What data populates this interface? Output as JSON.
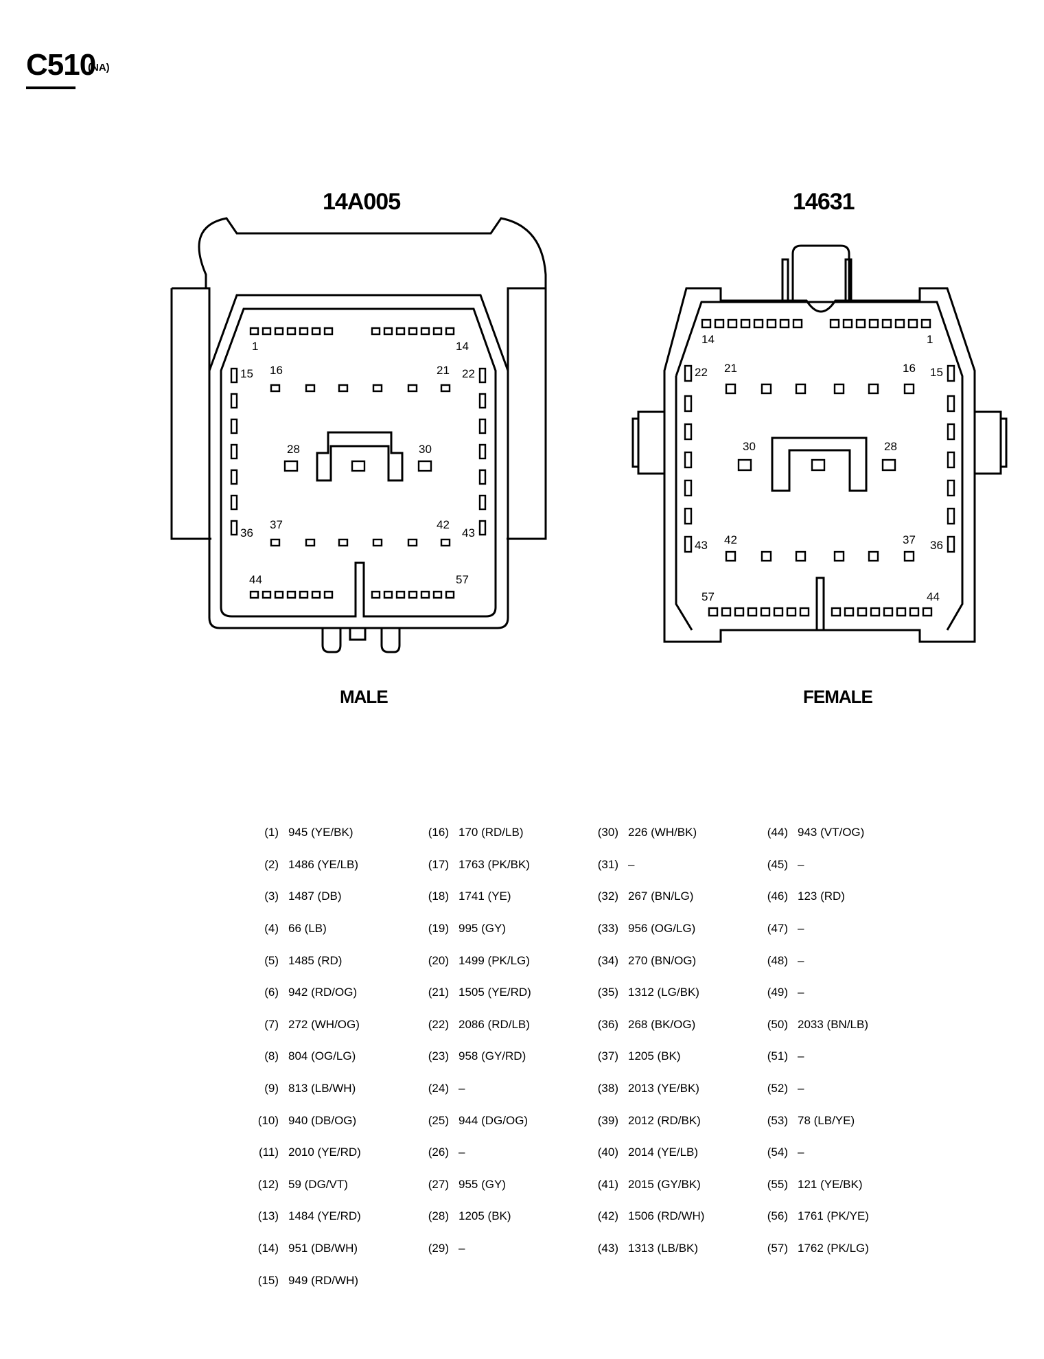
{
  "header": {
    "title": "C510",
    "subtitle": "(NA)"
  },
  "connectors": {
    "male": {
      "part": "14A005",
      "label": "MALE",
      "pins": {
        "p1": "1",
        "p14": "14",
        "p15": "15",
        "p16": "16",
        "p21": "21",
        "p22": "22",
        "p28": "28",
        "p30": "30",
        "p36": "36",
        "p37": "37",
        "p42": "42",
        "p43": "43",
        "p44": "44",
        "p57": "57"
      }
    },
    "female": {
      "part": "14631",
      "label": "FEMALE",
      "pins": {
        "p14": "14",
        "p1": "1",
        "p22": "22",
        "p21": "21",
        "p16": "16",
        "p15": "15",
        "p30": "30",
        "p28": "28",
        "p43": "43",
        "p42": "42",
        "p37": "37",
        "p36": "36",
        "p57": "57",
        "p44": "44"
      }
    }
  },
  "pinout": {
    "columns": [
      [
        {
          "n": "(1)",
          "v": "945 (YE/BK)"
        },
        {
          "n": "(2)",
          "v": "1486 (YE/LB)"
        },
        {
          "n": "(3)",
          "v": "1487 (DB)"
        },
        {
          "n": "(4)",
          "v": "66 (LB)"
        },
        {
          "n": "(5)",
          "v": "1485 (RD)"
        },
        {
          "n": "(6)",
          "v": "942 (RD/OG)"
        },
        {
          "n": "(7)",
          "v": "272 (WH/OG)"
        },
        {
          "n": "(8)",
          "v": "804 (OG/LG)"
        },
        {
          "n": "(9)",
          "v": "813 (LB/WH)"
        },
        {
          "n": "(10)",
          "v": "940 (DB/OG)"
        },
        {
          "n": "(11)",
          "v": "2010 (YE/RD)"
        },
        {
          "n": "(12)",
          "v": "59 (DG/VT)"
        },
        {
          "n": "(13)",
          "v": "1484 (YE/RD)"
        },
        {
          "n": "(14)",
          "v": "951 (DB/WH)"
        },
        {
          "n": "(15)",
          "v": "949 (RD/WH)"
        }
      ],
      [
        {
          "n": "(16)",
          "v": "170 (RD/LB)"
        },
        {
          "n": "(17)",
          "v": "1763 (PK/BK)"
        },
        {
          "n": "(18)",
          "v": "1741 (YE)"
        },
        {
          "n": "(19)",
          "v": "995 (GY)"
        },
        {
          "n": "(20)",
          "v": "1499 (PK/LG)"
        },
        {
          "n": "(21)",
          "v": "1505 (YE/RD)"
        },
        {
          "n": "(22)",
          "v": "2086 (RD/LB)"
        },
        {
          "n": "(23)",
          "v": "958 (GY/RD)"
        },
        {
          "n": "(24)",
          "v": "–"
        },
        {
          "n": "(25)",
          "v": "944 (DG/OG)"
        },
        {
          "n": "(26)",
          "v": "–"
        },
        {
          "n": "(27)",
          "v": "955 (GY)"
        },
        {
          "n": "(28)",
          "v": "1205 (BK)"
        },
        {
          "n": "(29)",
          "v": "–"
        }
      ],
      [
        {
          "n": "(30)",
          "v": "226 (WH/BK)"
        },
        {
          "n": "(31)",
          "v": "–"
        },
        {
          "n": "(32)",
          "v": "267 (BN/LG)"
        },
        {
          "n": "(33)",
          "v": "956 (OG/LG)"
        },
        {
          "n": "(34)",
          "v": "270 (BN/OG)"
        },
        {
          "n": "(35)",
          "v": "1312 (LG/BK)"
        },
        {
          "n": "(36)",
          "v": "268 (BK/OG)"
        },
        {
          "n": "(37)",
          "v": "1205 (BK)"
        },
        {
          "n": "(38)",
          "v": "2013 (YE/BK)"
        },
        {
          "n": "(39)",
          "v": "2012 (RD/BK)"
        },
        {
          "n": "(40)",
          "v": "2014 (YE/LB)"
        },
        {
          "n": "(41)",
          "v": "2015 (GY/BK)"
        },
        {
          "n": "(42)",
          "v": "1506 (RD/WH)"
        },
        {
          "n": "(43)",
          "v": "1313 (LB/BK)"
        }
      ],
      [
        {
          "n": "(44)",
          "v": "943 (VT/OG)"
        },
        {
          "n": "(45)",
          "v": "–"
        },
        {
          "n": "(46)",
          "v": "123 (RD)"
        },
        {
          "n": "(47)",
          "v": "–"
        },
        {
          "n": "(48)",
          "v": "–"
        },
        {
          "n": "(49)",
          "v": "–"
        },
        {
          "n": "(50)",
          "v": "2033 (BN/LB)"
        },
        {
          "n": "(51)",
          "v": "–"
        },
        {
          "n": "(52)",
          "v": "–"
        },
        {
          "n": "(53)",
          "v": "78 (LB/YE)"
        },
        {
          "n": "(54)",
          "v": "–"
        },
        {
          "n": "(55)",
          "v": "121 (YE/BK)"
        },
        {
          "n": "(56)",
          "v": "1761 (PK/YE)"
        },
        {
          "n": "(57)",
          "v": "1762 (PK/LG)"
        }
      ]
    ]
  }
}
